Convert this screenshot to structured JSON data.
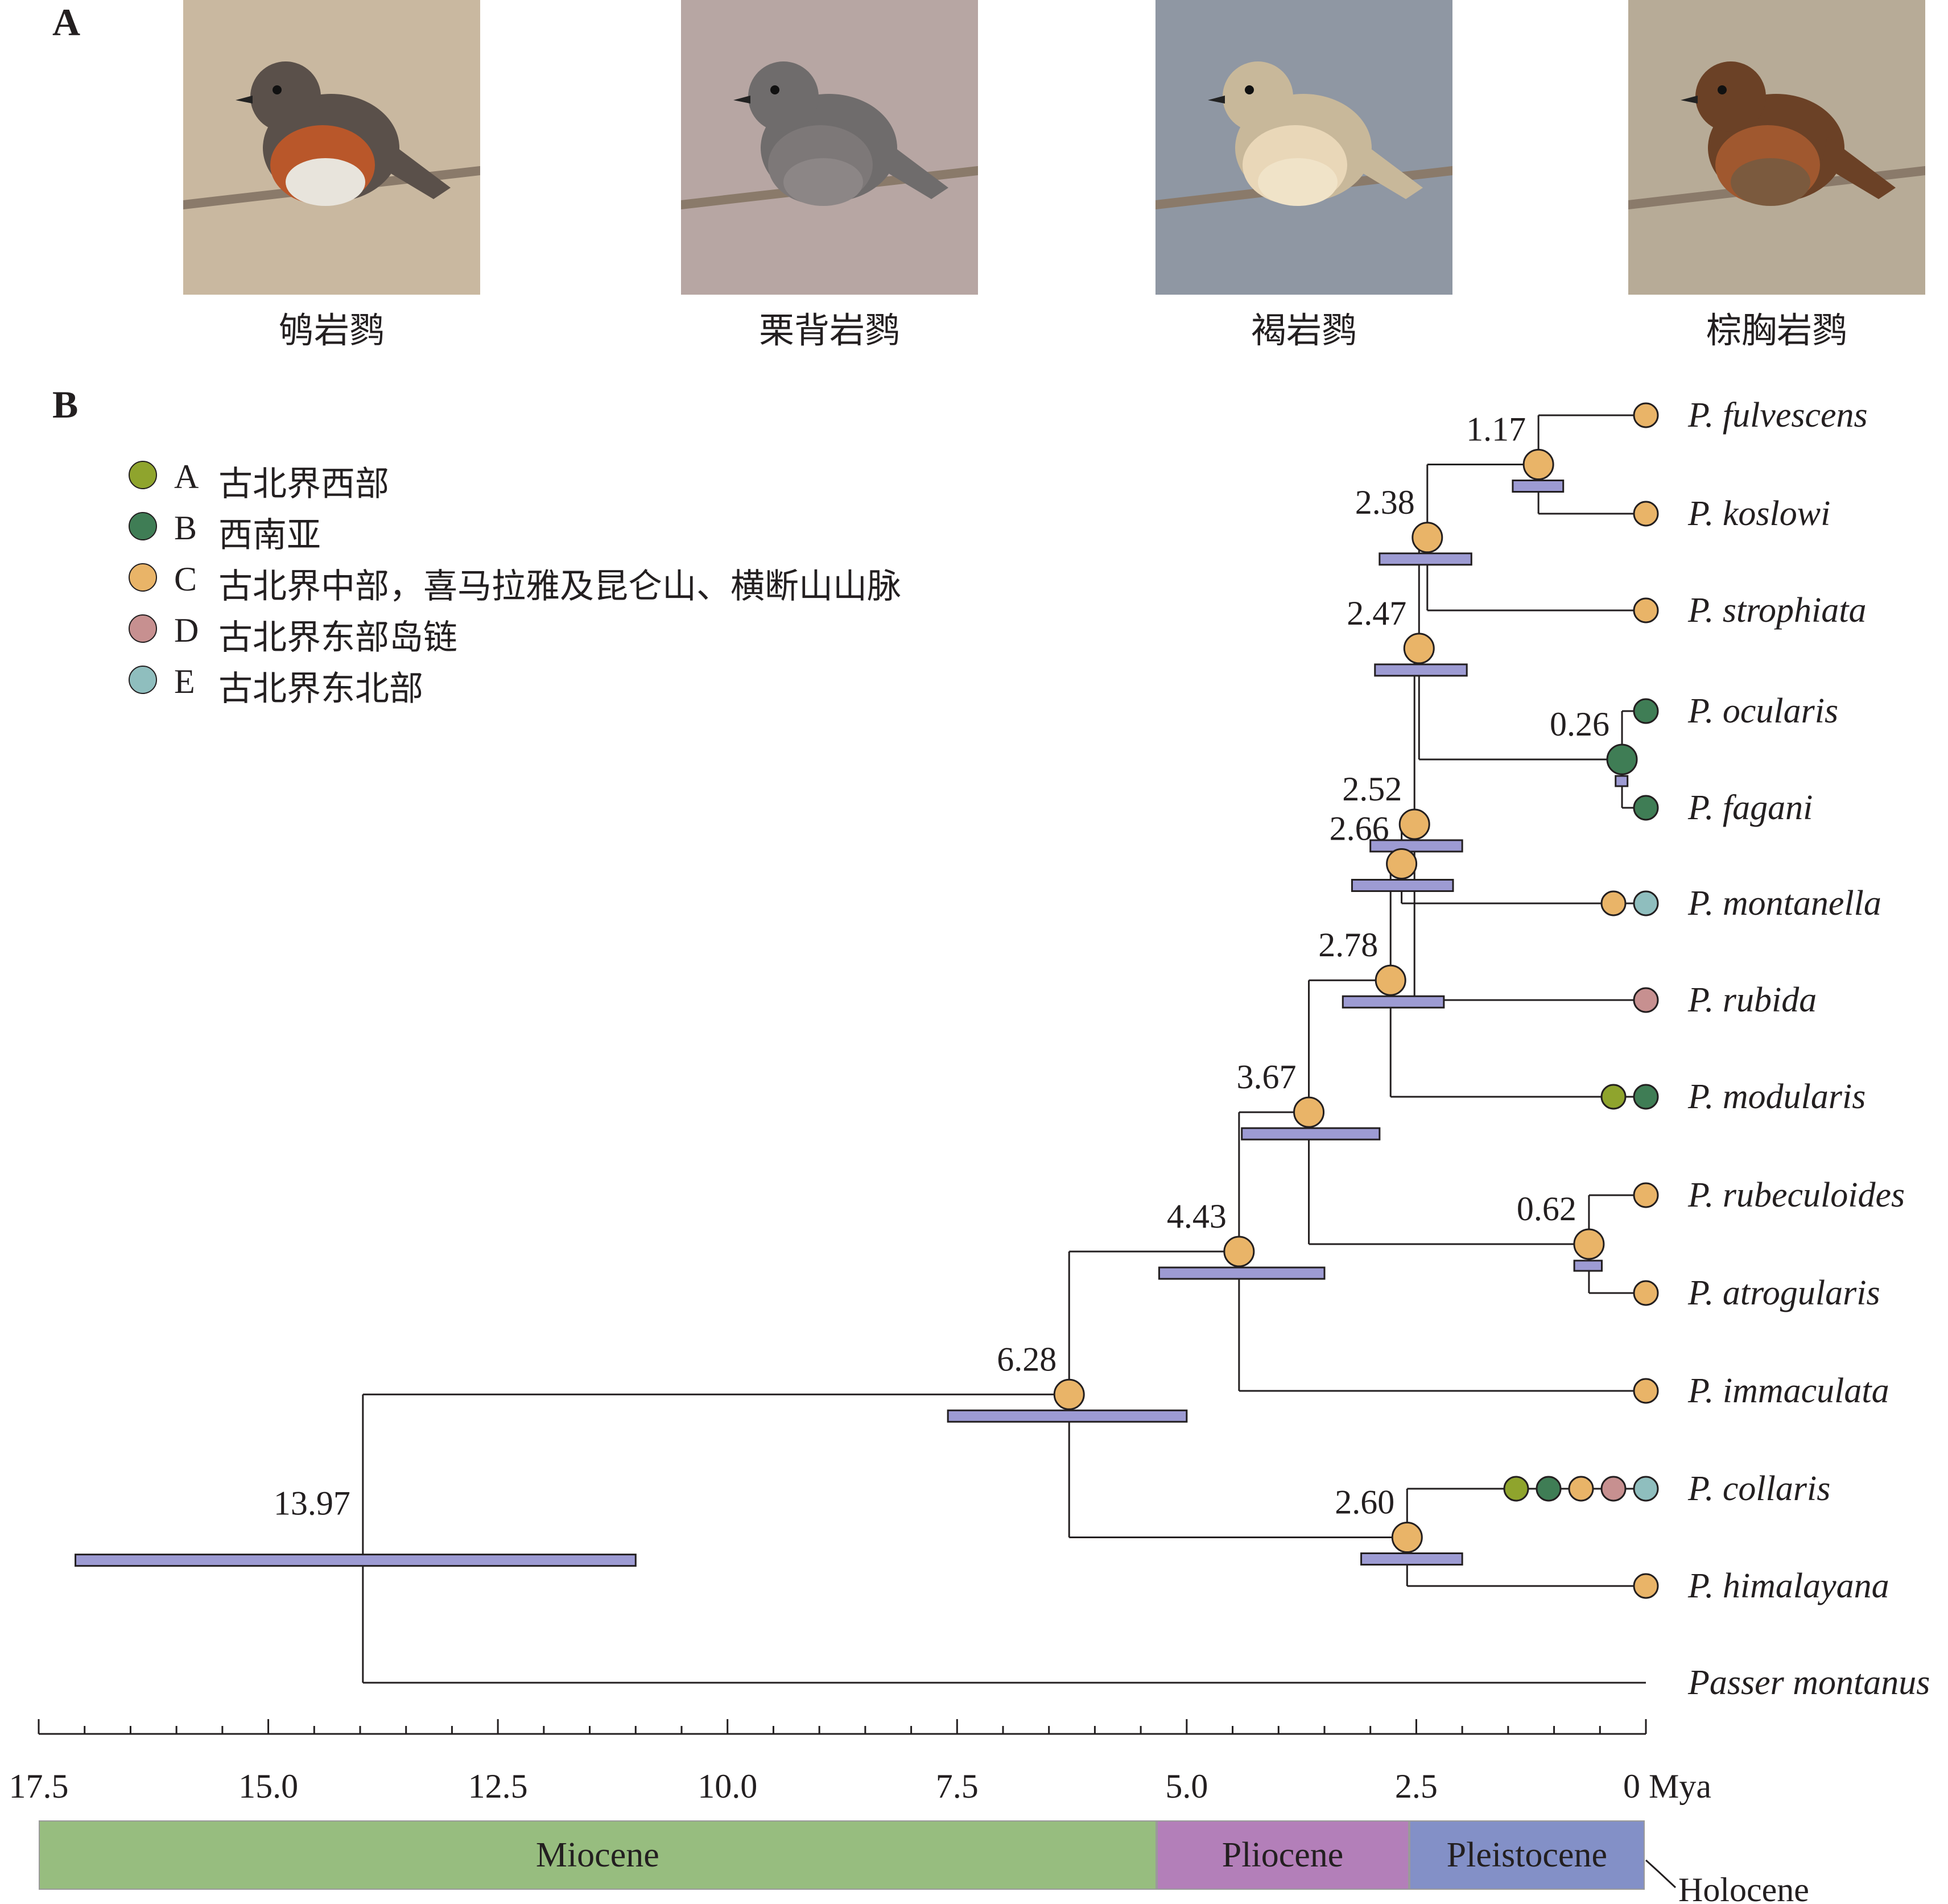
{
  "panel_a": {
    "label": "A",
    "photos": [
      {
        "caption": "鸲岩鹨",
        "bg": "#c9b8a0",
        "plumage": "#5a504a",
        "breast": "#b9572a",
        "belly": "#e8e4dc"
      },
      {
        "caption": "栗背岩鹨",
        "bg": "#b7a6a3",
        "plumage": "#6f6c6c",
        "breast": "#7d7878",
        "belly": "#8c8686"
      },
      {
        "caption": "褐岩鹨",
        "bg": "#8f97a3",
        "plumage": "#c8b89a",
        "breast": "#e9d7b8",
        "belly": "#f0e3c8"
      },
      {
        "caption": "棕胸岩鹨",
        "bg": "#b7ab97",
        "plumage": "#6b4126",
        "breast": "#a0582f",
        "belly": "#7b5a3e"
      }
    ]
  },
  "panel_b": {
    "label": "B",
    "legend": [
      {
        "code": "A",
        "desc": "古北界西部",
        "color": "#8fa42d"
      },
      {
        "code": "B",
        "desc": "西南亚",
        "color": "#3f7d55"
      },
      {
        "code": "C",
        "desc": "古北界中部，喜马拉雅及昆仑山、横断山山脉",
        "color": "#e9b468"
      },
      {
        "code": "D",
        "desc": "古北界东部岛链",
        "color": "#c79090"
      },
      {
        "code": "E",
        "desc": "古北界东北部",
        "color": "#8fbebe"
      }
    ],
    "taxa": [
      "P. fulvescens",
      "P. koslowi",
      "P. strophiata",
      "P. ocularis",
      "P. fagani",
      "P. montanella",
      "P. rubida",
      "P. modularis",
      "P. rubeculoides",
      "P. atrogularis",
      "P. immaculata",
      "P. collaris",
      "P. himalayana",
      "Passer montanus"
    ],
    "tip_states": [
      [
        "C"
      ],
      [
        "C"
      ],
      [
        "C"
      ],
      [
        "B"
      ],
      [
        "B"
      ],
      [
        "C",
        "E"
      ],
      [
        "D"
      ],
      [
        "A",
        "B"
      ],
      [
        "C"
      ],
      [
        "C"
      ],
      [
        "C"
      ],
      [
        "A",
        "B",
        "C",
        "D",
        "E"
      ],
      [
        "C"
      ],
      []
    ],
    "nodes": [
      {
        "age": "13.97",
        "time": 13.97,
        "hpd": [
          17.1,
          11.0
        ],
        "state": null
      },
      {
        "age": "6.28",
        "time": 6.28,
        "hpd": [
          7.6,
          5.0
        ],
        "state": "C"
      },
      {
        "age": "4.43",
        "time": 4.43,
        "hpd": [
          5.3,
          3.5
        ],
        "state": "C"
      },
      {
        "age": "3.67",
        "time": 3.67,
        "hpd": [
          4.4,
          2.9
        ],
        "state": "C"
      },
      {
        "age": "2.78",
        "time": 2.78,
        "hpd": [
          3.3,
          2.2
        ],
        "state": "C"
      },
      {
        "age": "2.66",
        "time": 2.66,
        "hpd": [
          3.2,
          2.1
        ],
        "state": "C"
      },
      {
        "age": "2.52",
        "time": 2.52,
        "hpd": [
          3.0,
          2.0
        ],
        "state": "C"
      },
      {
        "age": "2.47",
        "time": 2.47,
        "hpd": [
          2.95,
          1.95
        ],
        "state": "C"
      },
      {
        "age": "2.38",
        "time": 2.38,
        "hpd": [
          2.9,
          1.9
        ],
        "state": "C"
      },
      {
        "age": "1.17",
        "time": 1.17,
        "hpd": [
          1.45,
          0.9
        ],
        "state": "C"
      },
      {
        "age": "0.26",
        "time": 0.26,
        "hpd": [
          0.33,
          0.2
        ],
        "state": "B"
      },
      {
        "age": "0.62",
        "time": 0.62,
        "hpd": [
          0.78,
          0.48
        ],
        "state": "C"
      },
      {
        "age": "2.60",
        "time": 2.6,
        "hpd": [
          3.1,
          2.0
        ],
        "state": "C"
      }
    ],
    "axis": {
      "ticks": [
        "17.5",
        "15.0",
        "12.5",
        "10.0",
        "7.5",
        "5.0",
        "2.5",
        "0"
      ],
      "tick_values": [
        17.5,
        15.0,
        12.5,
        10.0,
        7.5,
        5.0,
        2.5,
        0
      ],
      "unit": "Mya",
      "range": [
        17.5,
        0
      ]
    },
    "epochs": [
      {
        "name": "Miocene",
        "start": 17.5,
        "end": 5.33,
        "color": "#97bd7f"
      },
      {
        "name": "Pliocene",
        "start": 5.33,
        "end": 2.58,
        "color": "#b37fb9"
      },
      {
        "name": "Pleistocene",
        "start": 2.58,
        "end": 0.0117,
        "color": "#8390c7"
      }
    ],
    "holocene_label": "Holocene",
    "hpd_color": "#9d9bd3"
  }
}
